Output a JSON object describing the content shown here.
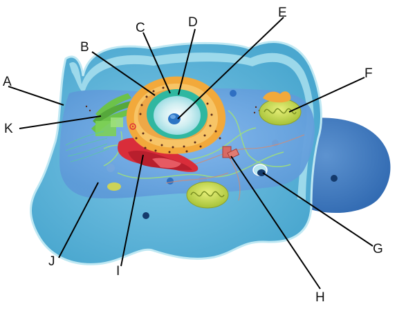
{
  "labels": {
    "A": "A",
    "B": "B",
    "C": "C",
    "D": "D",
    "E": "E",
    "F": "F",
    "G": "G",
    "H": "H",
    "I": "I",
    "J": "J",
    "K": "K"
  },
  "colors": {
    "membrane": "#8fd3e6",
    "cytoplasm": "#62b4d4",
    "inner_cytoplasm": "#6fa9e0",
    "substrate_blue": "#3f7fc4",
    "nucleus_envelope": "#f2a93b",
    "nucleus_inner": "#2fb7a0",
    "nucleoplasm": "#cfeef1",
    "nucleolus": "#2c74c4",
    "golgi": "#6cc24a",
    "mitochondria": "#c7d84a",
    "smooth_er": "#e0313a",
    "leader_line": "#000000"
  }
}
